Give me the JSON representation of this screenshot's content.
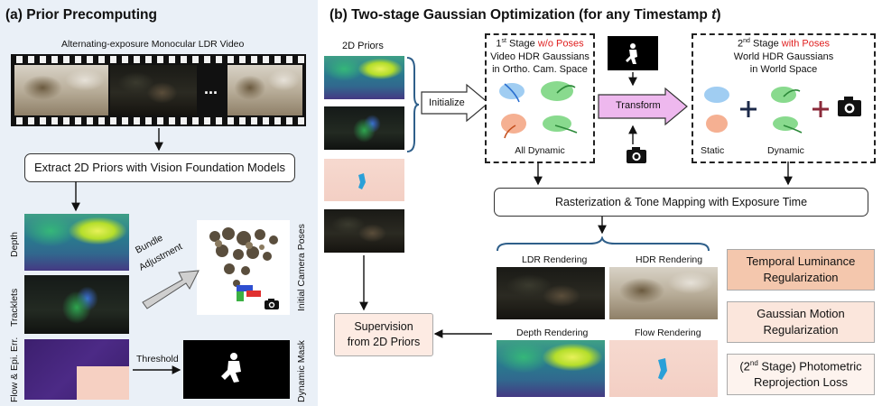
{
  "panel_a": {
    "title": "(a) Prior Precomputing",
    "video_label": "Alternating-exposure Monocular LDR Video",
    "ellipsis": "...",
    "extract_box": "Extract 2D Priors with Vision Foundation Models",
    "depth_label": "Depth",
    "tracklets_label": "Tracklets",
    "flow_label": "Flow & Epi. Err.",
    "bundle_label_1": "Bundle",
    "bundle_label_2": "Adjustment",
    "camera_poses_label": "Initial Camera Poses",
    "threshold_label": "Threshold",
    "dynamic_mask_label": "Dynamic Mask"
  },
  "panel_b": {
    "title_prefix": "(b) Two-stage Gaussian Optimization (for any Timestamp ",
    "title_var": "t",
    "title_suffix": ")",
    "priors_label": "2D Priors",
    "initialize_label": "Initialize",
    "stage1": {
      "line1_sup": "st",
      "line1_pre": "1",
      "line1_mid": " Stage ",
      "line1_red": "w/o Poses",
      "line2": "Video HDR Gaussians",
      "line3": "in Ortho. Cam. Space",
      "caption": "All Dynamic"
    },
    "transform_label": "Transform",
    "stage2": {
      "line1_pre": "2",
      "line1_sup": "nd",
      "line1_mid": " Stage ",
      "line1_red": "with Poses",
      "line2": "World HDR Gaussians",
      "line3": "in World Space",
      "static_label": "Static",
      "dynamic_label": "Dynamic"
    },
    "raster_box": "Rasterization & Tone Mapping with Exposure Time",
    "ldr_label": "LDR Rendering",
    "hdr_label": "HDR Rendering",
    "depth_label": "Depth Rendering",
    "flow_label": "Flow Rendering",
    "supervision_line1": "Supervision",
    "supervision_line2": "from 2D Priors",
    "loss1_line1": "Temporal Luminance",
    "loss1_line2": "Regularization",
    "loss2_line1": "Gaussian Motion",
    "loss2_line2": "Regularization",
    "loss3_pre": "(2",
    "loss3_sup": "nd",
    "loss3_post": " Stage) Photometric",
    "loss3_line2": "Reprojection Loss"
  },
  "colors": {
    "panel_a_bg": "#eaf0f7",
    "red_text": "#e02020",
    "loss1_fill": "#f4c7ad",
    "loss2_fill": "#fbe6dc",
    "loss3_fill": "#fdf3ee",
    "transform_fill": "#eeb8ee",
    "brace_blue": "#2f5f8a"
  }
}
